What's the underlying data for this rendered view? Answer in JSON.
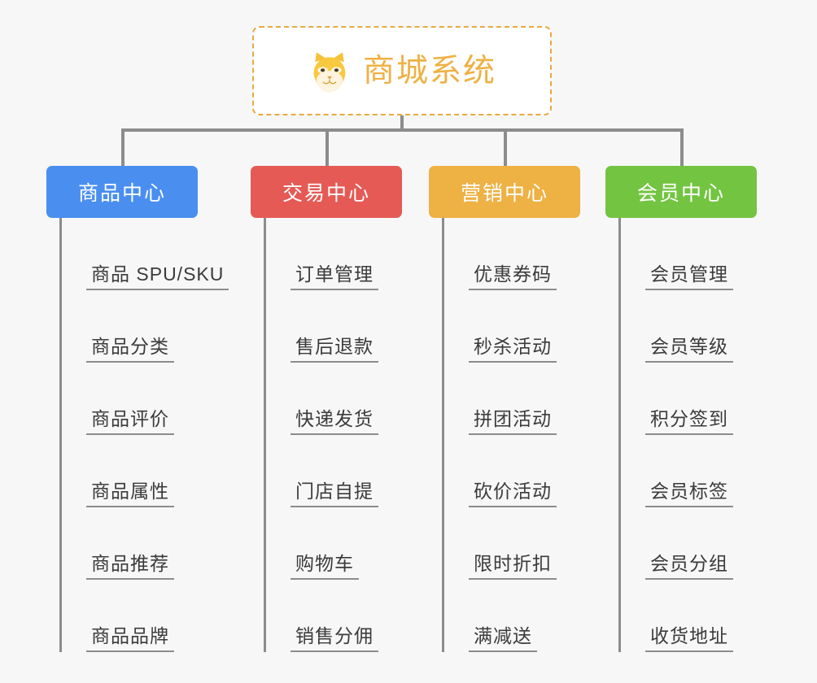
{
  "root": {
    "title": "商城系统",
    "icon": "shiba-dog-face-icon",
    "border_color": "#e9a93e",
    "text_color": "#eeb144",
    "background": "#ffffff"
  },
  "canvas": {
    "background": "#f7f7f7",
    "connector_color": "#8c8c8c"
  },
  "categories": [
    {
      "label": "商品中心",
      "color": "#4a8ef0",
      "items": [
        "商品 SPU/SKU",
        "商品分类",
        "商品评价",
        "商品属性",
        "商品推荐",
        "商品品牌"
      ]
    },
    {
      "label": "交易中心",
      "color": "#e55a55",
      "items": [
        "订单管理",
        "售后退款",
        "快递发货",
        "门店自提",
        "购物车",
        "销售分佣"
      ]
    },
    {
      "label": "营销中心",
      "color": "#eeb144",
      "items": [
        "优惠券码",
        "秒杀活动",
        "拼团活动",
        "砍价活动",
        "限时折扣",
        "满减送"
      ]
    },
    {
      "label": "会员中心",
      "color": "#73c441",
      "items": [
        "会员管理",
        "会员等级",
        "积分签到",
        "会员标签",
        "会员分组",
        "收货地址"
      ]
    }
  ]
}
